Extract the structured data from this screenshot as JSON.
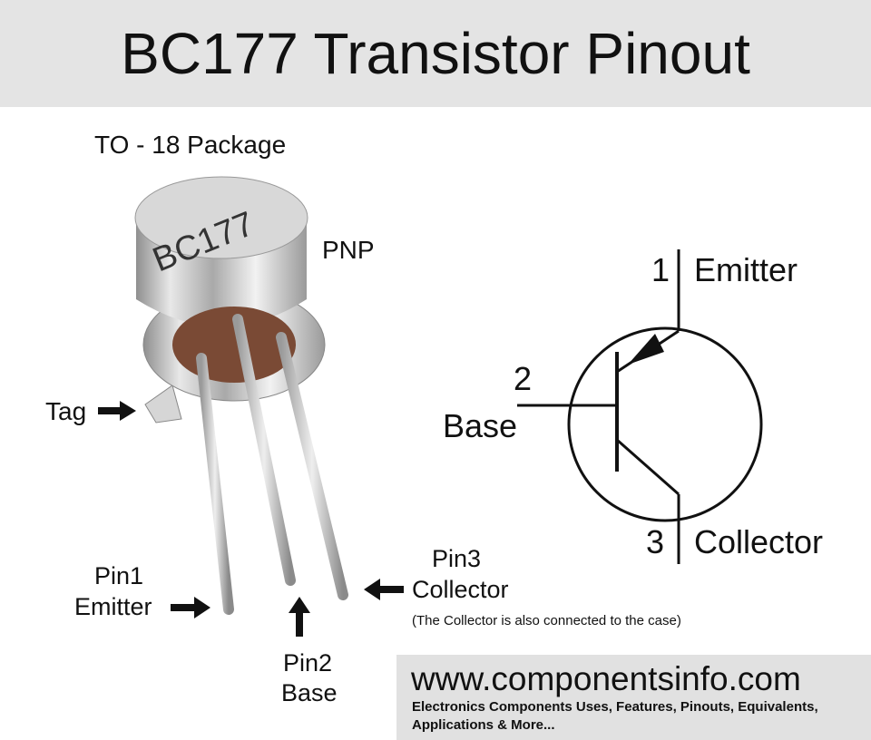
{
  "header": {
    "title": "BC177 Transistor Pinout"
  },
  "package": {
    "label": "TO - 18 Package",
    "type": "PNP",
    "marking": "BC177"
  },
  "physical_labels": {
    "tag": "Tag",
    "pin1": [
      "Pin1",
      "Emitter"
    ],
    "pin2": [
      "Pin2",
      "Base"
    ],
    "pin3": [
      "Pin3",
      "Collector"
    ],
    "note": "(The Collector is also connected to the case)"
  },
  "symbol": {
    "emitter": {
      "number": "1",
      "name": "Emitter"
    },
    "base": {
      "number": "2",
      "name": "Base"
    },
    "collector": {
      "number": "3",
      "name": "Collector"
    }
  },
  "footer": {
    "url": "www.componentsinfo.com",
    "tagline1": "Electronics Components Uses, Features, Pinouts, Equivalents,",
    "tagline2": "Applications & More..."
  },
  "colors": {
    "band": "#e4e4e4",
    "base_disc": "#7a4a35",
    "metal": "#c8c8c8"
  }
}
